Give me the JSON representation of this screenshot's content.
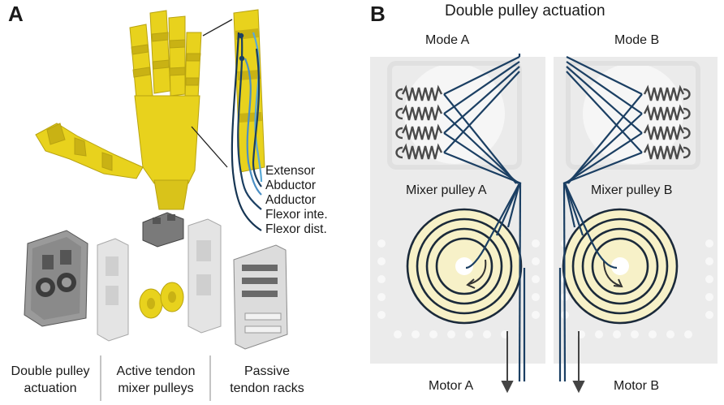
{
  "panel_a": {
    "letter": "A",
    "tendons": [
      {
        "label": "Extensor",
        "color": "#1b3f63"
      },
      {
        "label": "Abductor",
        "color": "#5aa9d6"
      },
      {
        "label": "Adductor",
        "color": "#4b8fc4"
      },
      {
        "label": "Flexor inte.",
        "color": "#1b3f63"
      },
      {
        "label": "Flexor dist.",
        "color": "#163553"
      }
    ],
    "captions": {
      "double_pulley": [
        "Double pulley",
        "actuation"
      ],
      "mixer_pulleys": [
        "Active tendon",
        "mixer pulleys"
      ],
      "tendon_racks": [
        "Passive",
        "tendon racks"
      ]
    }
  },
  "panel_b": {
    "letter": "B",
    "title": "Double pulley actuation",
    "mode_a": "Mode A",
    "mode_b": "Mode B",
    "mixer_a": "Mixer pulley A",
    "mixer_b": "Mixer pulley B",
    "motor_a": "Motor A",
    "motor_b": "Motor B"
  },
  "colors": {
    "hand_yellow": "#e8d21d",
    "tendon_dark": "#1b3f63",
    "tendon_light": "#5aa9d6",
    "plate_gray": "#e9e9e9",
    "pulley_fill": "#f7f1c8"
  }
}
